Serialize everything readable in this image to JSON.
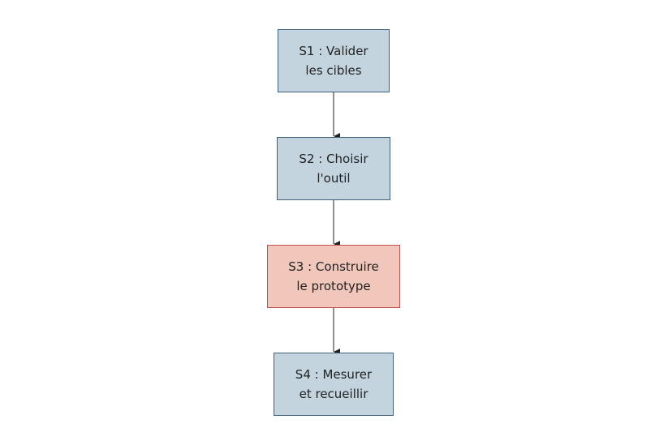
{
  "colors": {
    "node_fill": "#c3d4df",
    "node_border": "#3f5f7f",
    "highlight_fill": "#f1c7bb",
    "highlight_border": "#c0504d",
    "edge": "#222222"
  },
  "nodes": [
    {
      "id": "s1",
      "lines": [
        "S1 : Valider",
        "les cibles"
      ],
      "highlight": false
    },
    {
      "id": "s2",
      "lines": [
        "S2 : Choisir",
        "l'outil"
      ],
      "highlight": false
    },
    {
      "id": "s3",
      "lines": [
        "S3 : Construire",
        "le prototype"
      ],
      "highlight": true
    },
    {
      "id": "s4",
      "lines": [
        "S4 : Mesurer",
        "et recueillir"
      ],
      "highlight": false
    }
  ],
  "edges": [
    {
      "from": "s1",
      "to": "s2"
    },
    {
      "from": "s2",
      "to": "s3"
    },
    {
      "from": "s3",
      "to": "s4"
    }
  ]
}
